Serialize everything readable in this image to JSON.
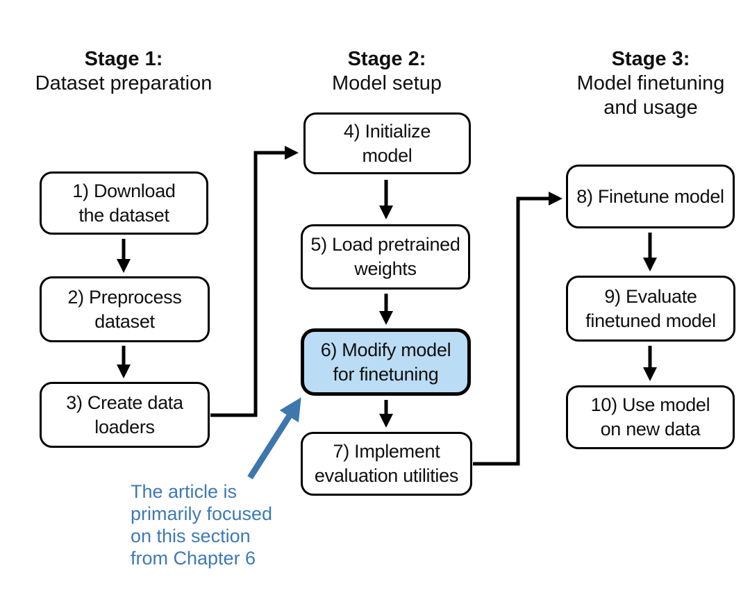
{
  "diagram": {
    "colors": {
      "background": "#ffffff",
      "box_border": "#000000",
      "highlight_fill": "#badcf4",
      "annotation_text": "#3d79b6",
      "annotation_arrow": "#3e76ae",
      "connector": "#000000"
    },
    "stages": [
      {
        "heading": "Stage 1:",
        "line1": "Dataset preparation"
      },
      {
        "heading": "Stage 2:",
        "line1": "Model setup"
      },
      {
        "heading": "Stage 3:",
        "line1": "Model finetuning",
        "line2": "and usage"
      }
    ],
    "boxes": [
      {
        "id": 1,
        "line1": "1) Download",
        "line2": "the dataset"
      },
      {
        "id": 2,
        "line1": "2) Preprocess",
        "line2": "dataset"
      },
      {
        "id": 3,
        "line1": "3) Create data",
        "line2": "loaders"
      },
      {
        "id": 4,
        "line1": "4) Initialize",
        "line2": "model"
      },
      {
        "id": 5,
        "line1": "5) Load pretrained",
        "line2": "weights"
      },
      {
        "id": 6,
        "line1": "6) Modify model",
        "line2": "for finetuning",
        "highlighted": true
      },
      {
        "id": 7,
        "line1": "7) Implement",
        "line2": "evaluation utilities"
      },
      {
        "id": 8,
        "line1": "8) Finetune model"
      },
      {
        "id": 9,
        "line1": "9) Evaluate",
        "line2": "finetuned model"
      },
      {
        "id": 10,
        "line1": "10) Use model",
        "line2": "on new data"
      }
    ],
    "annotation": {
      "line1": "The article is",
      "line2": "primarily focused",
      "line3": "on this section",
      "line4": "from Chapter 6"
    }
  }
}
